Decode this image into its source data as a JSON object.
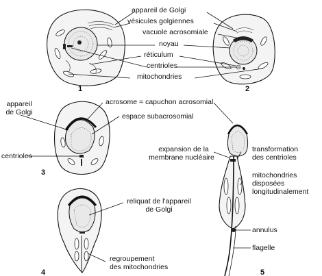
{
  "labels": {
    "golgi_top": "appareil de Golgi",
    "golgi_vesicles": "vésicules golgiennes",
    "acrosomal_vacuole": "vacuole acrosomiale",
    "nucleus": "noyau",
    "reticulum": "réticulum",
    "centrioles_top": "centrioles",
    "mitochondria_top": "mitochondries",
    "golgi_left_1": "appareil",
    "golgi_left_2": "de Golgi",
    "acrosome": "acrosome = capuchon acrosomial",
    "subacrosomal": "espace subacrosomial",
    "centrioles_left": "centrioles",
    "expansion_1": "expansion de la",
    "expansion_2": "membrane nucléaire",
    "transformation_1": "transformation",
    "transformation_2": "des centrioles",
    "mito_long_1": "mitochondries",
    "mito_long_2": "disposées",
    "mito_long_3": "longitudinalement",
    "golgi_remnant_1": "reliquat de l'appareil",
    "golgi_remnant_2": "de Golgi",
    "annulus": "annulus",
    "flagellum": "flagelle",
    "mito_group_1": "regroupement",
    "mito_group_2": "des mitochondries"
  },
  "stage_numbers": {
    "s1": "1",
    "s2": "2",
    "s3": "3",
    "s4": "4",
    "s5": "5"
  }
}
